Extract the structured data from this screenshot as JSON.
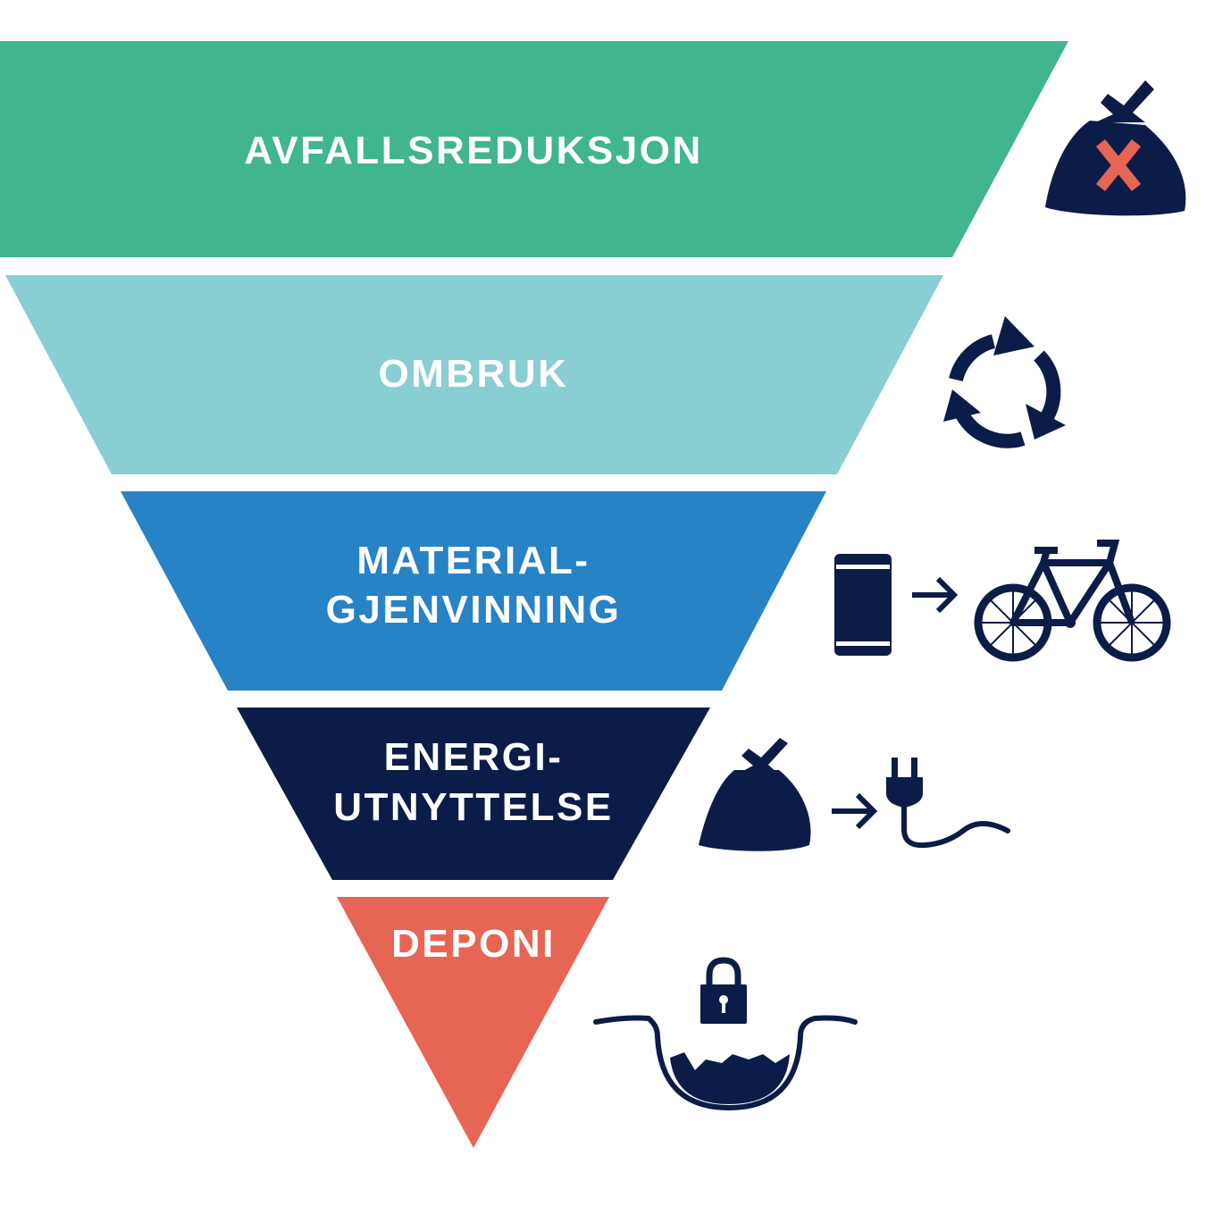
{
  "colors": {
    "reduction": "#41b58c",
    "reuse": "#88ced3",
    "recycling": "#2782c6",
    "energy": "#0c1c48",
    "landfill": "#e66653",
    "icon": "#0c1c48",
    "cross": "#e66653",
    "label": "#ffffff"
  },
  "tiers": [
    {
      "id": "reduction",
      "lines": [
        "AVFALLSREDUKSJON"
      ],
      "icon": "trash-bag-crossed-icon"
    },
    {
      "id": "reuse",
      "lines": [
        "OMBRUK"
      ],
      "icon": "circular-arrows-icon"
    },
    {
      "id": "recycling",
      "lines": [
        "MATERIAL-",
        "GJENVINNING"
      ],
      "icon": "can-to-bicycle-icon"
    },
    {
      "id": "energy",
      "lines": [
        "ENERGI-",
        "UTNYTTELSE"
      ],
      "icon": "trash-bag-to-plug-icon"
    },
    {
      "id": "landfill",
      "lines": [
        "DEPONI"
      ],
      "icon": "locked-landfill-pit-icon"
    }
  ]
}
